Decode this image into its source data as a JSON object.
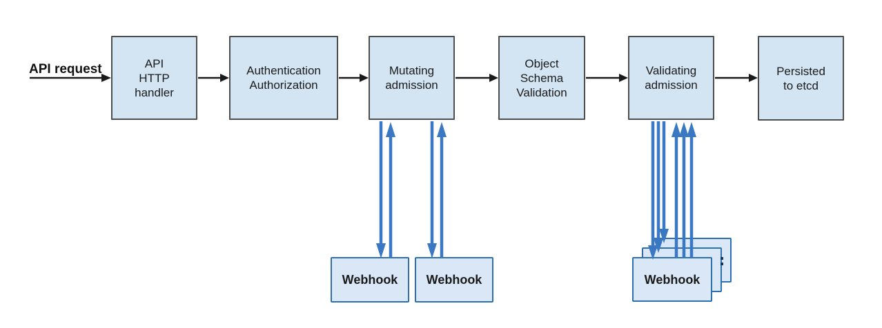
{
  "diagram": {
    "request_label": "API request",
    "pipeline": [
      {
        "label": "API\nHTTP\nhandler"
      },
      {
        "label": "Authentication\nAuthorization"
      },
      {
        "label": "Mutating\nadmission"
      },
      {
        "label": "Object\nSchema\nValidation"
      },
      {
        "label": "Validating\nadmission"
      },
      {
        "label": "Persisted\nto etcd"
      }
    ],
    "webhooks": {
      "mutating": [
        {
          "label": "Webhook"
        },
        {
          "label": "Webhook"
        }
      ],
      "validating": [
        {
          "label": "Webhook"
        }
      ]
    },
    "icons": {
      "stack_more": "vertical-ellipsis"
    },
    "colors": {
      "node_fill": "#d3e4f2",
      "node_border": "#4d4d4d",
      "webhook_fill": "#d9e7f6",
      "webhook_border": "#2e6fad",
      "flow_arrow": "#1a1a1a",
      "webhook_arrow": "#3b78c4"
    }
  }
}
